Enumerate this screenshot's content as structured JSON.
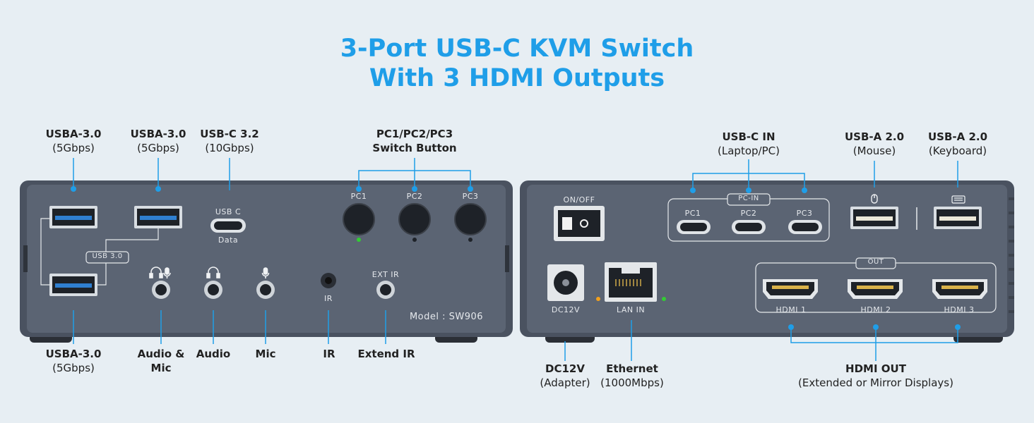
{
  "title": {
    "line1": "3-Port USB-C KVM Switch",
    "line2": "With 3 HDMI Outputs"
  },
  "callouts": {
    "usba1": {
      "title": "USBA-3.0",
      "sub": "(5Gbps)"
    },
    "usba2": {
      "title": "USBA-3.0",
      "sub": "(5Gbps)"
    },
    "usbc32": {
      "title": "USB-C 3.2",
      "sub": "(10Gbps)"
    },
    "switch": {
      "title": "PC1/PC2/PC3",
      "sub": "Switch Button"
    },
    "usba_bottom": {
      "title": "USBA-3.0",
      "sub": "(5Gbps)"
    },
    "audiomic": {
      "title": "Audio &",
      "sub": "Mic"
    },
    "audio": {
      "title": "Audio"
    },
    "mic": {
      "title": "Mic"
    },
    "ir": {
      "title": "IR"
    },
    "extir": {
      "title": "Extend IR"
    },
    "usbcin": {
      "title": "USB-C IN",
      "sub": "(Laptop/PC)"
    },
    "mouse": {
      "title": "USB-A 2.0",
      "sub": "(Mouse)"
    },
    "keyboard": {
      "title": "USB-A 2.0",
      "sub": "(Keyboard)"
    },
    "dc": {
      "title": "DC12V",
      "sub": "(Adapter)"
    },
    "ethernet": {
      "title": "Ethernet",
      "sub": "(1000Mbps)"
    },
    "hdmiout": {
      "title": "HDMI OUT",
      "sub": "(Extended or Mirror Displays)"
    }
  },
  "panel_labels": {
    "usb_c": "USB C",
    "data": "Data",
    "usb30": "USB 3.0",
    "pc1": "PC1",
    "pc2": "PC2",
    "pc3": "PC3",
    "ir": "IR",
    "ext_ir": "EXT IR",
    "model": "Model : SW906",
    "on_off": "ON/OFF",
    "pc_in": "PC-IN",
    "dc12v": "DC12V",
    "lan_in": "LAN IN",
    "out": "OUT",
    "hdmi1": "HDMI 1",
    "hdmi2": "HDMI 2",
    "hdmi3": "HDMI 3"
  },
  "icons": [
    "headset-mic-icon",
    "headphone-icon",
    "microphone-icon",
    "mouse-icon",
    "keyboard-icon"
  ],
  "colors": {
    "accent": "#1f9ee8",
    "device": "#5a6372",
    "device_edge": "#3f4652",
    "led_green": "#33cc33",
    "led_orange": "#f2a01c"
  }
}
